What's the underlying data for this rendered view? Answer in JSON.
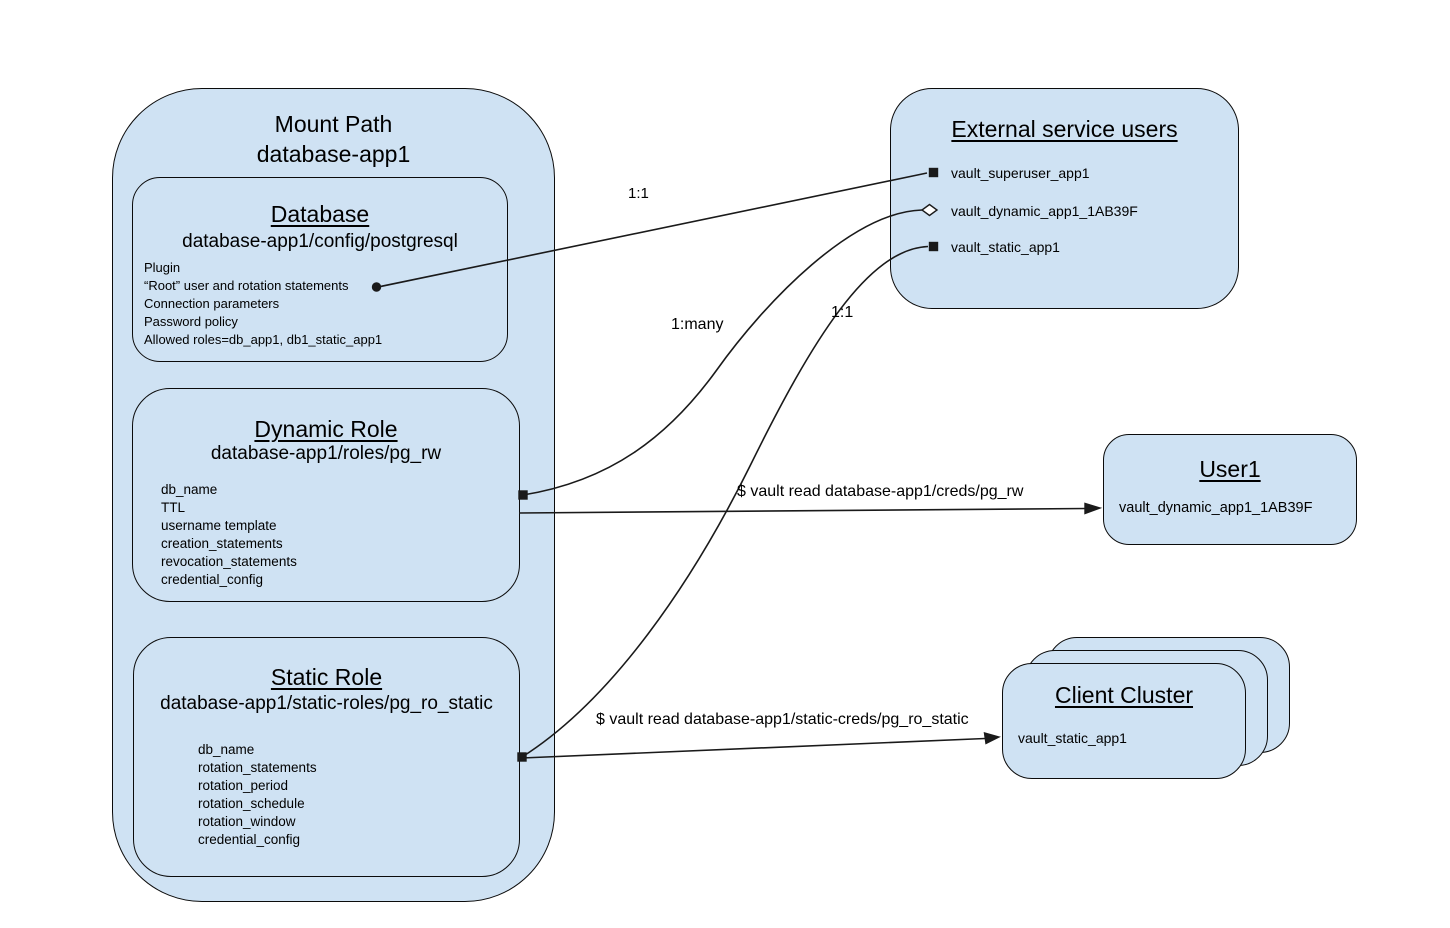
{
  "colors": {
    "node_fill": "#cfe2f3",
    "node_border": "#0b0b0b",
    "edge_color": "#1a1a1a"
  },
  "mount": {
    "title_line1": "Mount Path",
    "title_line2": "database-app1",
    "database": {
      "title": "Database",
      "path": "database-app1/config/postgresql",
      "items": [
        "Plugin",
        "“Root” user and rotation statements",
        "Connection parameters",
        "Password policy",
        "Allowed roles=db_app1, db1_static_app1"
      ]
    },
    "dynamic_role": {
      "title": "Dynamic Role",
      "path": "database-app1/roles/pg_rw",
      "items": [
        "db_name",
        "TTL",
        "username template",
        "creation_statements",
        "revocation_statements",
        "credential_config"
      ]
    },
    "static_role": {
      "title": "Static Role",
      "path": "database-app1/static-roles/pg_ro_static",
      "items": [
        "db_name",
        "rotation_statements",
        "rotation_period",
        "rotation_schedule",
        "rotation_window",
        "credential_config"
      ]
    }
  },
  "external": {
    "title": "External service users",
    "items": [
      "vault_superuser_app1",
      "vault_dynamic_app1_1AB39F",
      "vault_static_app1"
    ]
  },
  "user1": {
    "title": "User1",
    "item": "vault_dynamic_app1_1AB39F"
  },
  "client_cluster": {
    "title": "Client Cluster",
    "item": "vault_static_app1"
  },
  "edges": {
    "db_to_superuser": "1:1",
    "dynamic_to_external": "1:many",
    "static_to_external": "1:1",
    "dynamic_read_cmd": "$ vault read database-app1/creds/pg_rw",
    "static_read_cmd": "$ vault read database-app1/static-creds/pg_ro_static"
  }
}
